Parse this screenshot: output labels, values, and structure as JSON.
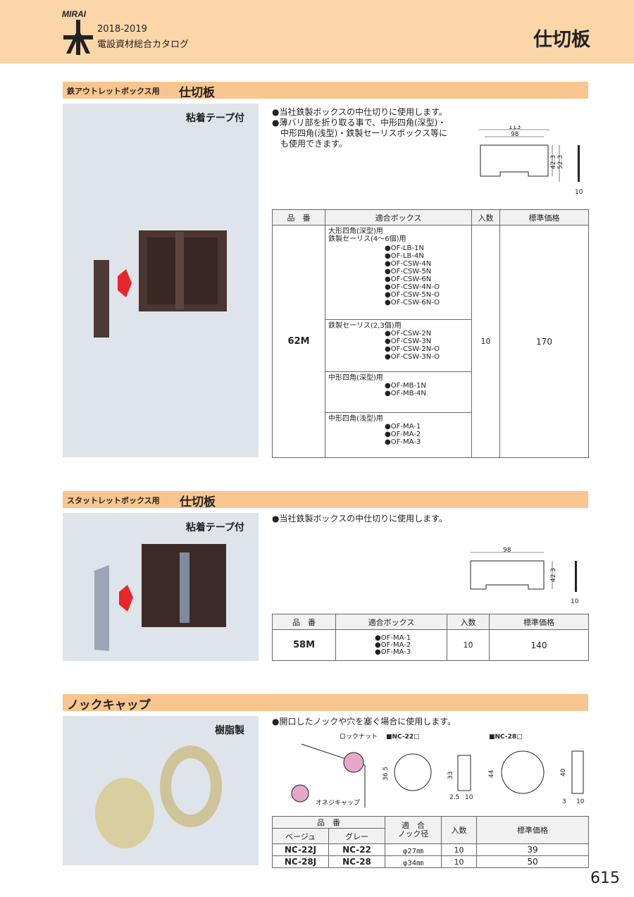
{
  "header": {
    "logo": "MIRAI",
    "year": "2018-2019",
    "catalog": "電設資材総合カタログ",
    "title": "仕切板"
  },
  "s1": {
    "label": "鉄アウトレットボックス用",
    "main": "仕切板",
    "note": "粘着テープ付",
    "desc": [
      "●当社鉄製ボックスの中仕切りに使用します。",
      "●薄バリ部を折り取る事で、中形四角(深型)・",
      "中形四角(浅型)・鉄製セーリスボックス等に",
      "も使用できます。"
    ],
    "dims": {
      "w1": "113",
      "w2": "98",
      "h1": "42.3",
      "h2": "52.3",
      "t": "10"
    },
    "th": [
      "品　番",
      "適合ボックス",
      "入数",
      "標準価格"
    ],
    "code": "62M",
    "qty": "10",
    "price": "170",
    "groups": [
      {
        "title": [
          "大形四角(深型)用",
          "鉄製セーリス(4〜6個)用"
        ],
        "items": [
          "●OF-LB-1N",
          "●OF-LB-4N",
          "●OF-CSW-4N",
          "●OF-CSW-5N",
          "●OF-CSW-6N",
          "●OF-CSW-4N-O",
          "●OF-CSW-5N-O",
          "●OF-CSW-6N-O"
        ]
      },
      {
        "title": [
          "鉄製セーリス(2,3個)用"
        ],
        "items": [
          "●OF-CSW-2N",
          "●OF-CSW-3N",
          "●OF-CSW-2N-O",
          "●OF-CSW-3N-O"
        ]
      },
      {
        "title": [
          "中形四角(深型)用"
        ],
        "items": [
          "●OF-MB-1N",
          "●OF-MB-4N"
        ]
      },
      {
        "title": [
          "中形四角(浅型)用"
        ],
        "items": [
          "●OF-MA-1",
          "●OF-MA-2",
          "●OF-MA-3"
        ]
      }
    ]
  },
  "s2": {
    "label": "スタットレットボックス用",
    "main": "仕切板",
    "note": "粘着テープ付",
    "desc": [
      "●当社鉄製ボックスの中仕切りに使用します。"
    ],
    "dims": {
      "w": "98",
      "h": "42.3",
      "t": "10"
    },
    "th": [
      "品　番",
      "適合ボックス",
      "入数",
      "標準価格"
    ],
    "code": "58M",
    "boxes": [
      "●OF-MA-1",
      "●OF-MA-2",
      "●OF-MA-3"
    ],
    "qty": "10",
    "price": "140"
  },
  "s3": {
    "main": "ノックキャップ",
    "note": "樹脂製",
    "desc": [
      "●開口したノックや穴を塞ぐ場合に使用します。"
    ],
    "labels": {
      "locknut": "ロックナット",
      "cap": "オネジキャップ",
      "nc22": "■NC-22□",
      "nc28": "■NC-28□"
    },
    "dims": {
      "a": "36.5",
      "b": "33",
      "c": "2.5",
      "d": "10",
      "e": "44",
      "f": "40",
      "g": "3",
      "h": "10"
    },
    "th": {
      "code": "品　番",
      "beige": "ベージュ",
      "gray": "グレー",
      "knock1": "適　合",
      "knock2": "ノック径",
      "qty": "入数",
      "price": "標準価格"
    },
    "rows": [
      {
        "beige": "NC-22J",
        "gray": "NC-22",
        "dia": "φ27㎜",
        "qty": "10",
        "price": "39"
      },
      {
        "beige": "NC-28J",
        "gray": "NC-28",
        "dia": "φ34㎜",
        "qty": "10",
        "price": "50"
      }
    ]
  },
  "page": "615"
}
